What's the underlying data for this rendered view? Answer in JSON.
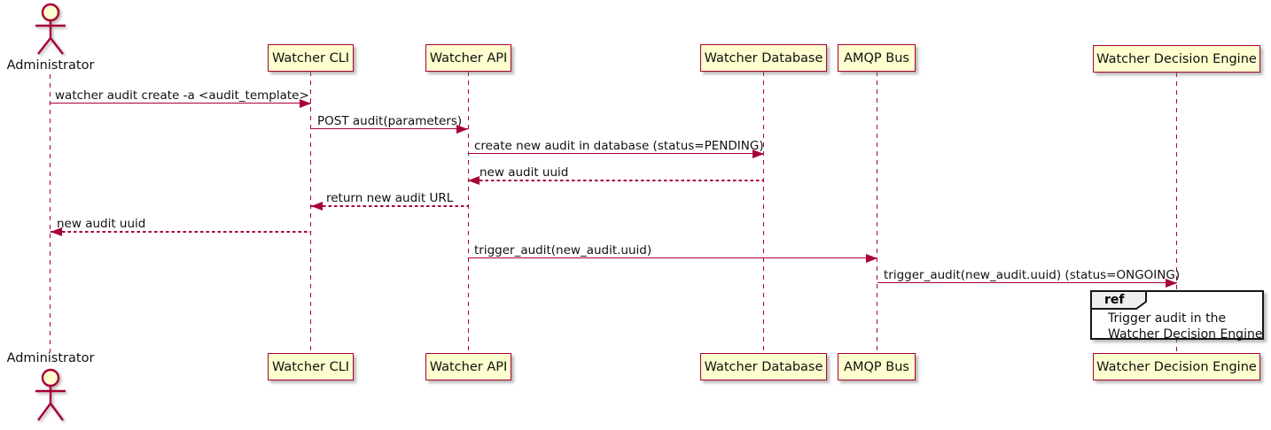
{
  "diagram_type": "sequence-diagram",
  "actor": {
    "label": "Administrator"
  },
  "participants": [
    {
      "label": "Watcher CLI"
    },
    {
      "label": "Watcher API"
    },
    {
      "label": "Watcher Database"
    },
    {
      "label": "AMQP Bus"
    },
    {
      "label": "Watcher Decision Engine"
    }
  ],
  "messages": [
    {
      "from": "Administrator",
      "to": "Watcher CLI",
      "text": "watcher audit create -a <audit_template>",
      "line": "solid",
      "direction": "right"
    },
    {
      "from": "Watcher CLI",
      "to": "Watcher API",
      "text": "POST audit(parameters)",
      "line": "solid",
      "direction": "right"
    },
    {
      "from": "Watcher API",
      "to": "Watcher Database",
      "text": "create new audit in database (status=PENDING)",
      "line": "solid",
      "direction": "right"
    },
    {
      "from": "Watcher Database",
      "to": "Watcher API",
      "text": "new audit uuid",
      "line": "dashed",
      "direction": "left"
    },
    {
      "from": "Watcher API",
      "to": "Watcher CLI",
      "text": "return new audit URL",
      "line": "dashed",
      "direction": "left"
    },
    {
      "from": "Watcher CLI",
      "to": "Administrator",
      "text": "new audit uuid",
      "line": "dashed",
      "direction": "left"
    },
    {
      "from": "Watcher API",
      "to": "AMQP Bus",
      "text": "trigger_audit(new_audit.uuid)",
      "line": "solid",
      "direction": "right"
    },
    {
      "from": "AMQP Bus",
      "to": "Watcher Decision Engine",
      "text": "trigger_audit(new_audit.uuid) (status=ONGOING)",
      "line": "solid",
      "direction": "right"
    }
  ],
  "ref_fragment": {
    "keyword": "ref",
    "lines": [
      "Trigger audit in the",
      "Watcher Decision Engine"
    ]
  },
  "colors": {
    "participant_fill": "#FEFECE",
    "stroke": "#A80036",
    "text": "#111111",
    "ref_border": "#151515",
    "ref_tab_fill": "#EEEEEE",
    "background": "#FFFFFF"
  }
}
